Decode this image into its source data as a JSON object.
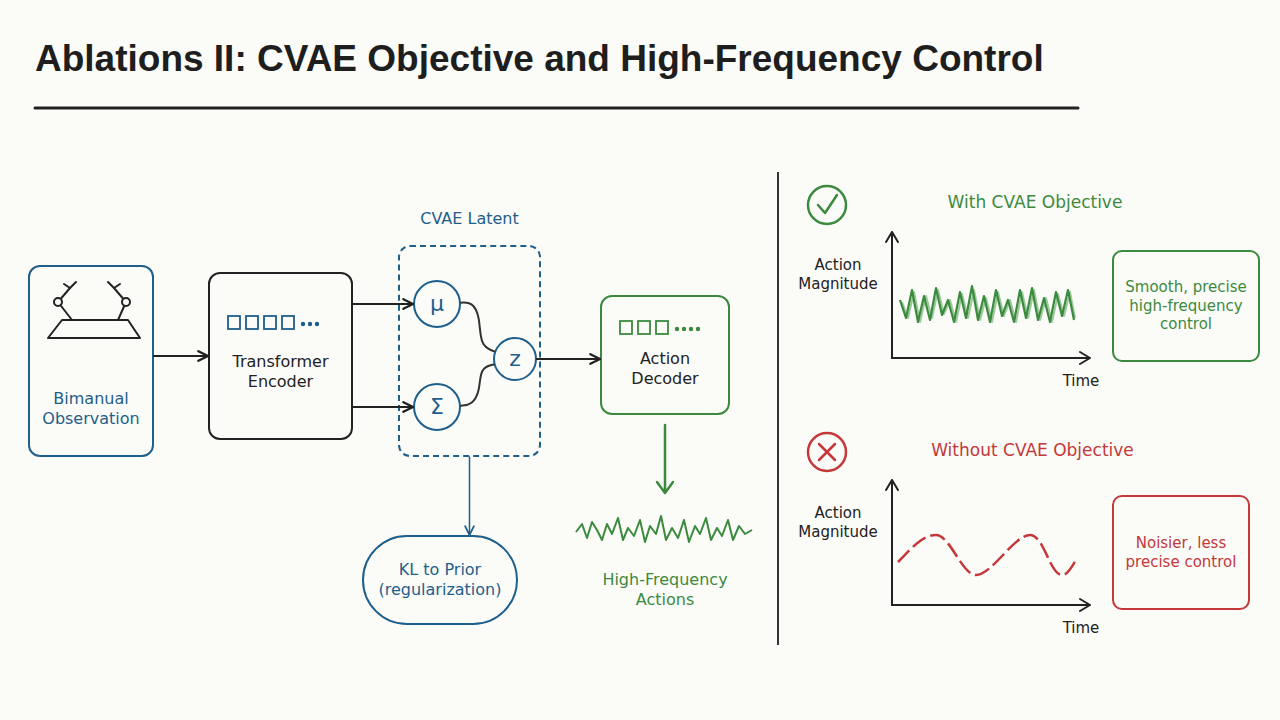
{
  "diagram": {
    "title": "Ablations II: CVAE Objective and High-Frequency Control",
    "nodes": [
      {
        "text": [
          "Bimanual Observation"
        ]
      },
      {
        "text": [
          "Transformer Encoder"
        ]
      },
      {
        "text": [
          "CVAE Latent"
        ]
      },
      {
        "text": [
          "μ"
        ],
        "in": 2
      },
      {
        "text": [
          "Σ"
        ],
        "in": 2
      },
      {
        "text": [
          "z"
        ],
        "in": 2
      },
      {
        "text": [
          "Action Decoder"
        ]
      },
      {
        "text": [
          "KL to Prior (regularization)"
        ]
      },
      {
        "text": [
          "Smooth, precise high-frequency control"
        ]
      },
      {
        "text": [
          "Noisier, less precise control"
        ]
      }
    ],
    "edges": [
      {
        "from": 0,
        "to": 1,
        "arrow": "to"
      },
      {
        "from": 1,
        "to": 3,
        "arrow": "to"
      },
      {
        "from": 1,
        "to": 4,
        "arrow": "to"
      },
      {
        "from": 3,
        "to": 5,
        "arrow": "none"
      },
      {
        "from": 4,
        "to": 5,
        "arrow": "none"
      },
      {
        "from": 5,
        "to": 6,
        "arrow": "to"
      },
      {
        "from": 2,
        "to": 7,
        "arrow": "to"
      }
    ],
    "labels": [
      "High-Frequency Actions",
      "With CVAE Objective",
      "Action Magnitude",
      "Time",
      "Without CVAE Objective",
      "Action Magnitude",
      "Time"
    ]
  }
}
